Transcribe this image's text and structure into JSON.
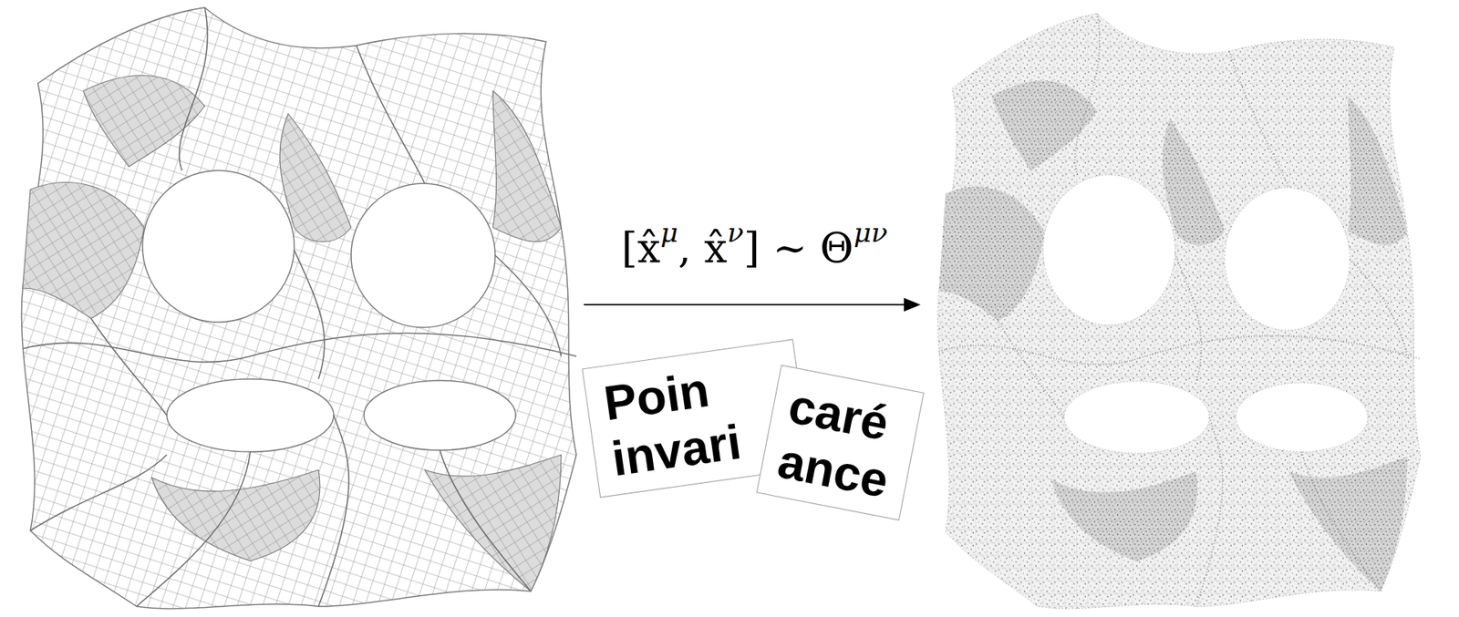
{
  "diagram": {
    "nodes": [
      {
        "text": [
          "Poin",
          "invari"
        ]
      },
      {
        "text": [
          "caré",
          "ance"
        ]
      }
    ],
    "labels": [
      "[x̂",
      "μ",
      ", x̂",
      "ν",
      "] ∼ Θ",
      "μν"
    ]
  }
}
